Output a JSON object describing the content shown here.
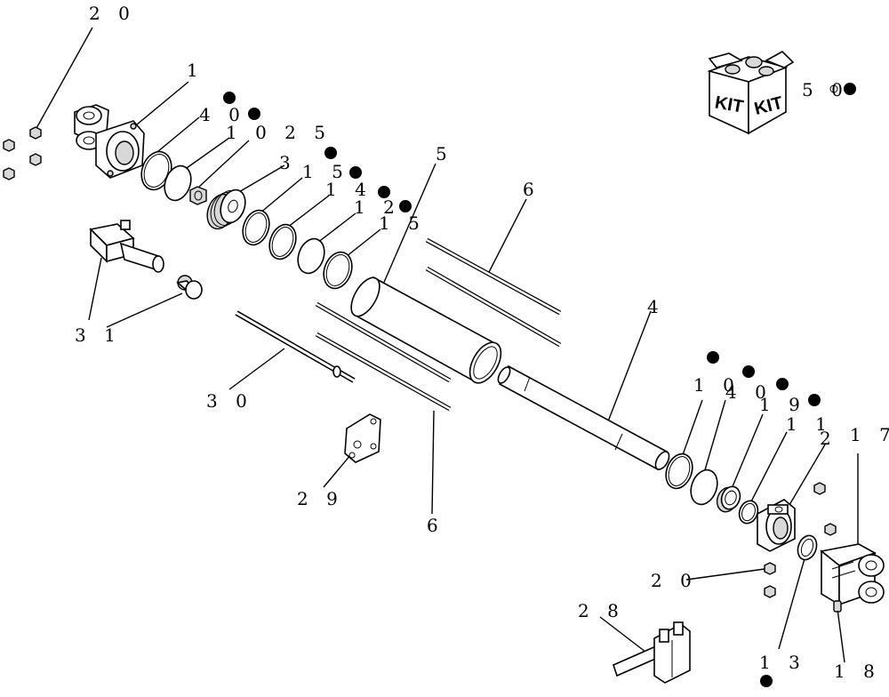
{
  "labels": {
    "l20a": "2 0",
    "l1": "1",
    "l40a": "4 0",
    "l1025": "1 0 2 5",
    "l3": "3",
    "l15a": "1 5",
    "l14": "1 4",
    "l12": "1 2",
    "l15b": "1 5",
    "l5": "5",
    "l6a": "6",
    "l31": "3 1",
    "l30": "3 0",
    "l29": "2 9",
    "l6b": "6",
    "l4": "4",
    "l10": "1 0",
    "l40b": "4 0",
    "l19": "1 9",
    "l11": "1 1",
    "l2": "2",
    "l17": "1 7",
    "l20b": "2 0",
    "l28": "2 8",
    "l13": "1 3",
    "l18": "1 8",
    "l50": "5 0"
  },
  "kit": {
    "face_left": "KIT",
    "face_right": "KIT"
  }
}
